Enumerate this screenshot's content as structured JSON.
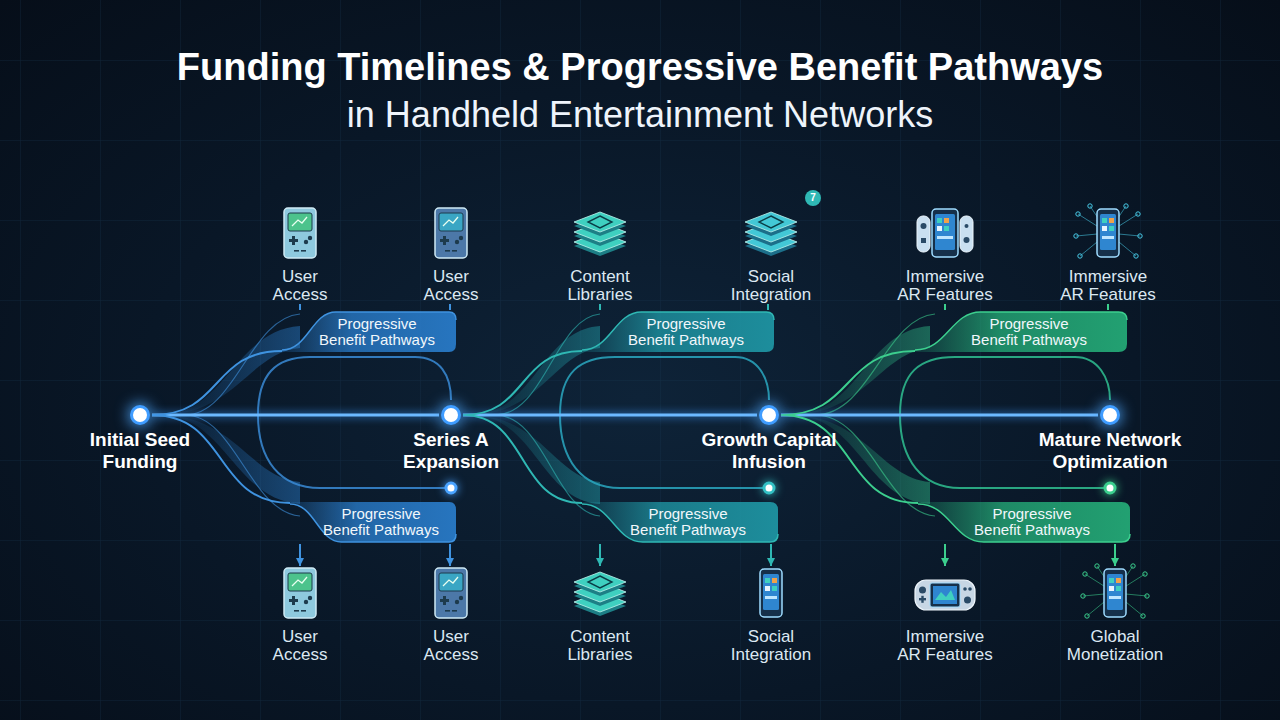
{
  "diagram": {
    "title": "Funding Timelines & Progressive Benefit Pathways",
    "nodes": [
      {
        "text": [
          "User Access"
        ]
      },
      {
        "text": [
          "User Access"
        ]
      },
      {
        "text": [
          "Content Libraries"
        ]
      },
      {
        "text": [
          "Social Integration"
        ]
      },
      {
        "text": [
          "Immersive AR Features"
        ]
      },
      {
        "text": [
          "Immersive AR Features"
        ]
      },
      {
        "text": [
          "Progressive Benefit Pathways"
        ]
      },
      {
        "text": [
          "Progressive Benefit Pathways"
        ]
      },
      {
        "text": [
          "Progressive Benefit Pathways"
        ]
      },
      {
        "text": [
          "Initial Seed Funding"
        ]
      },
      {
        "text": [
          "Series A Expansion"
        ]
      },
      {
        "text": [
          "Growth Capital Infusion"
        ]
      },
      {
        "text": [
          "Mature Network Optimization"
        ]
      },
      {
        "text": [
          "Progressive Benefit Pathways"
        ]
      },
      {
        "text": [
          "Progressive Benefit Pathways"
        ]
      },
      {
        "text": [
          "Progressive Benefit Pathways"
        ]
      },
      {
        "text": [
          "User Access"
        ]
      },
      {
        "text": [
          "User Access"
        ]
      },
      {
        "text": [
          "Content Libraries"
        ]
      },
      {
        "text": [
          "Social Integration"
        ]
      },
      {
        "text": [
          "Immersive AR Features"
        ]
      },
      {
        "text": [
          "Global Monetization"
        ]
      }
    ],
    "edges": [
      {
        "from": 9,
        "to": 10,
        "arrow": "none"
      },
      {
        "from": 10,
        "to": 11,
        "arrow": "none"
      },
      {
        "from": 11,
        "to": 12,
        "arrow": "none"
      },
      {
        "from": 9,
        "to": 6,
        "arrow": "none"
      },
      {
        "from": 9,
        "to": 13,
        "arrow": "none"
      },
      {
        "from": 10,
        "to": 7,
        "arrow": "none"
      },
      {
        "from": 10,
        "to": 14,
        "arrow": "none"
      },
      {
        "from": 11,
        "to": 8,
        "arrow": "none"
      },
      {
        "from": 11,
        "to": 15,
        "arrow": "none"
      },
      {
        "from": 6,
        "to": 0,
        "arrow": "none"
      },
      {
        "from": 6,
        "to": 1,
        "arrow": "none"
      },
      {
        "from": 7,
        "to": 2,
        "arrow": "none"
      },
      {
        "from": 7,
        "to": 3,
        "arrow": "none"
      },
      {
        "from": 8,
        "to": 4,
        "arrow": "none"
      },
      {
        "from": 8,
        "to": 5,
        "arrow": "none"
      },
      {
        "from": 13,
        "to": 16,
        "arrow": "to"
      },
      {
        "from": 13,
        "to": 17,
        "arrow": "to"
      },
      {
        "from": 14,
        "to": 18,
        "arrow": "to"
      },
      {
        "from": 14,
        "to": 19,
        "arrow": "to"
      },
      {
        "from": 15,
        "to": 20,
        "arrow": "to"
      },
      {
        "from": 15,
        "to": 21,
        "arrow": "to"
      }
    ],
    "labels": [
      "in Handheld Entertainment Networks",
      "7"
    ]
  }
}
